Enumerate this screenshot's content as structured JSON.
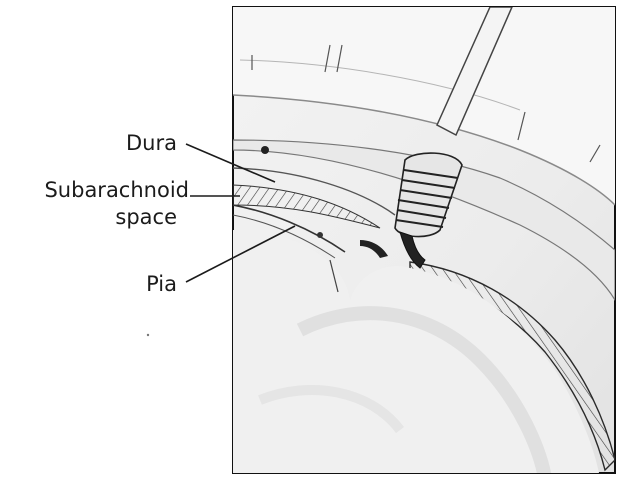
{
  "labels": {
    "dura": "Dura",
    "subarachnoid_line1": "Subarachnoid",
    "subarachnoid_line2": "space",
    "pia": "Pia"
  }
}
